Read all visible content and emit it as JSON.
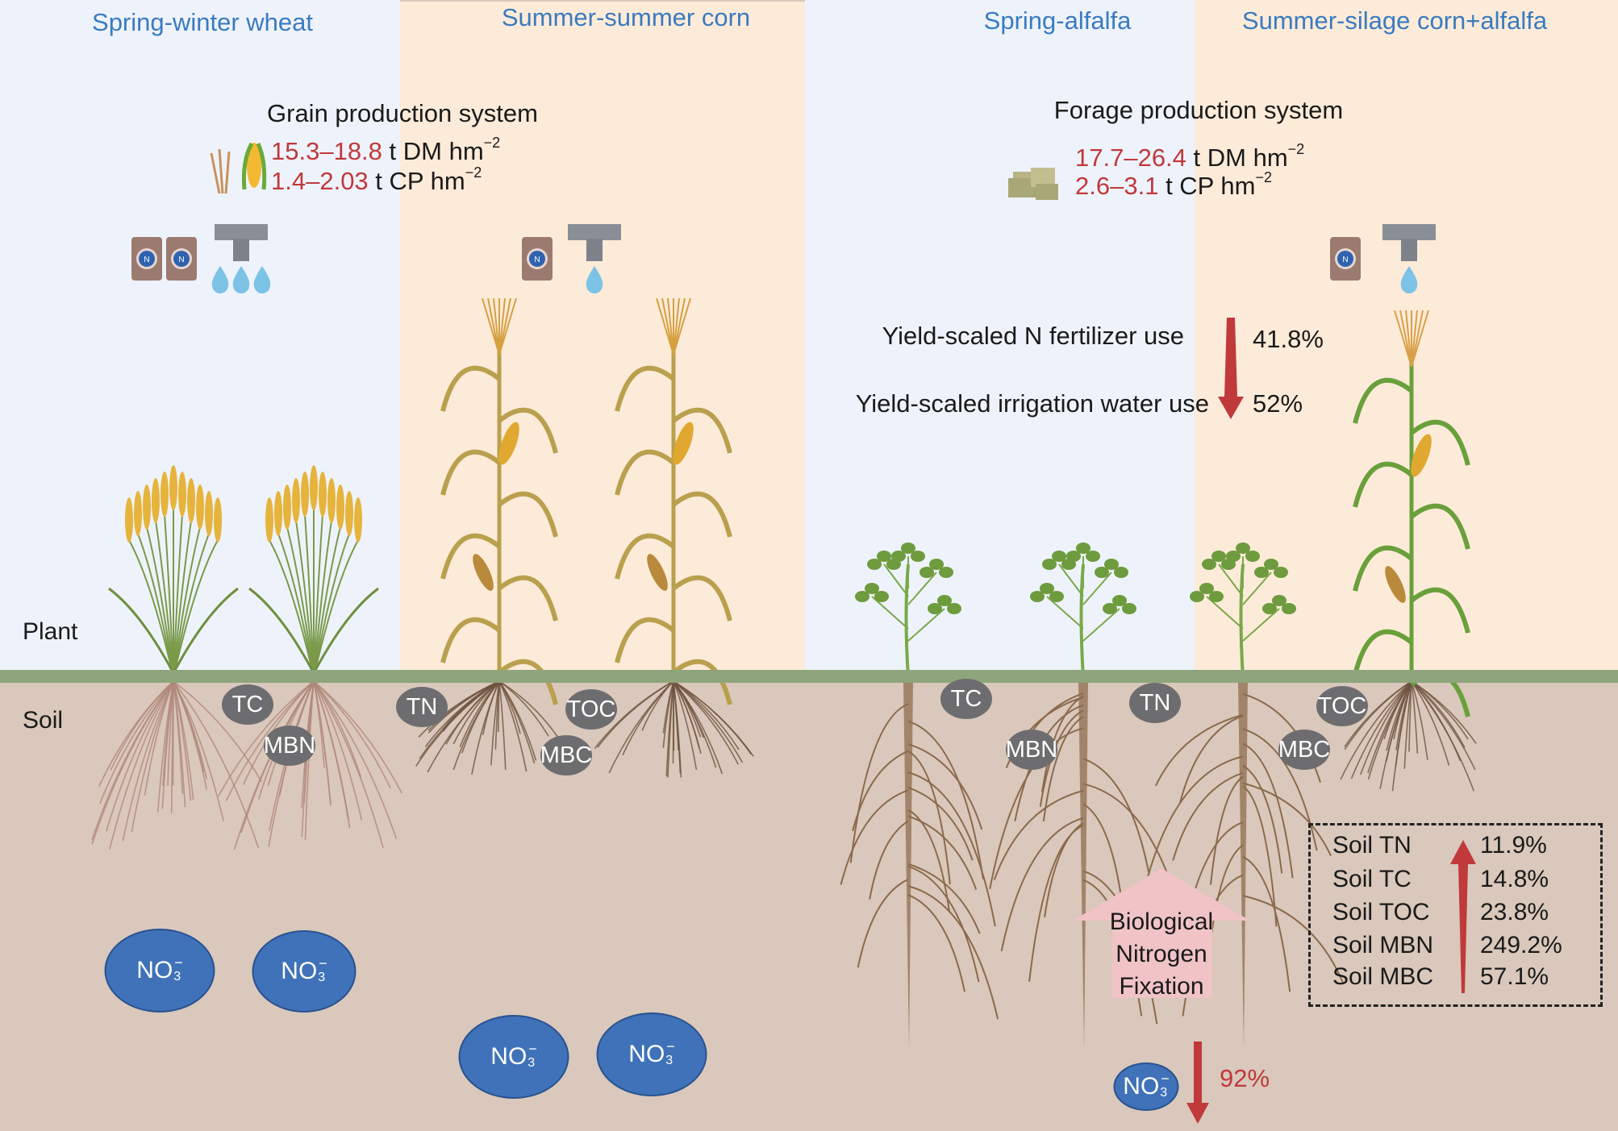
{
  "systems": [
    {
      "label": "Spring-winter wheat"
    },
    {
      "label": "Summer-summer corn"
    },
    {
      "label": "Spring-alfalfa"
    },
    {
      "label": "Summer-silage corn+alfalfa"
    }
  ],
  "grain": {
    "title": "Grain production system",
    "dm_range": "15.3–18.8",
    "dm_unit": "t DM hm",
    "cp_range": "1.4–2.03",
    "cp_unit": "t CP hm",
    "exp": "−2"
  },
  "forage": {
    "title": "Forage production system",
    "dm_range": "17.7–26.4",
    "dm_unit": "t DM hm",
    "cp_range": "2.6–3.1",
    "cp_unit": "t CP hm",
    "exp": "−2"
  },
  "yield_scaled": {
    "n_label": "Yield-scaled N fertilizer use",
    "n_value": "41.8%",
    "w_label": "Yield-scaled irrigation water use",
    "w_value": "52%"
  },
  "layers": {
    "plant": "Plant",
    "soil": "Soil"
  },
  "soil_tags": [
    "TC",
    "MBN",
    "TN",
    "TOC",
    "MBC",
    "TC",
    "MBN",
    "TN",
    "TOC",
    "MBC"
  ],
  "nitrate": {
    "label": "NO",
    "sub": "3",
    "charge": "−",
    "reduction": "92%"
  },
  "bnf": {
    "line1": "Biological",
    "line2": "Nitrogen",
    "line3": "Fixation"
  },
  "soil_changes": [
    {
      "label": "Soil TN",
      "value": "11.9%"
    },
    {
      "label": "Soil TC",
      "value": "14.8%"
    },
    {
      "label": "Soil TOC",
      "value": "23.8%"
    },
    {
      "label": "Soil MBN",
      "value": "249.2%"
    },
    {
      "label": "Soil MBC",
      "value": "57.1%"
    }
  ],
  "fertilizer_bag_letter": "N",
  "colors": {
    "blue_bg": "#eef3fb",
    "orange_bg": "#fdebd9",
    "soil": "#d9c8bb",
    "ground": "#8ea57c",
    "accent_red": "#c0393b",
    "title_blue": "#3a7bc0",
    "nitrate": "#3f72b8"
  }
}
